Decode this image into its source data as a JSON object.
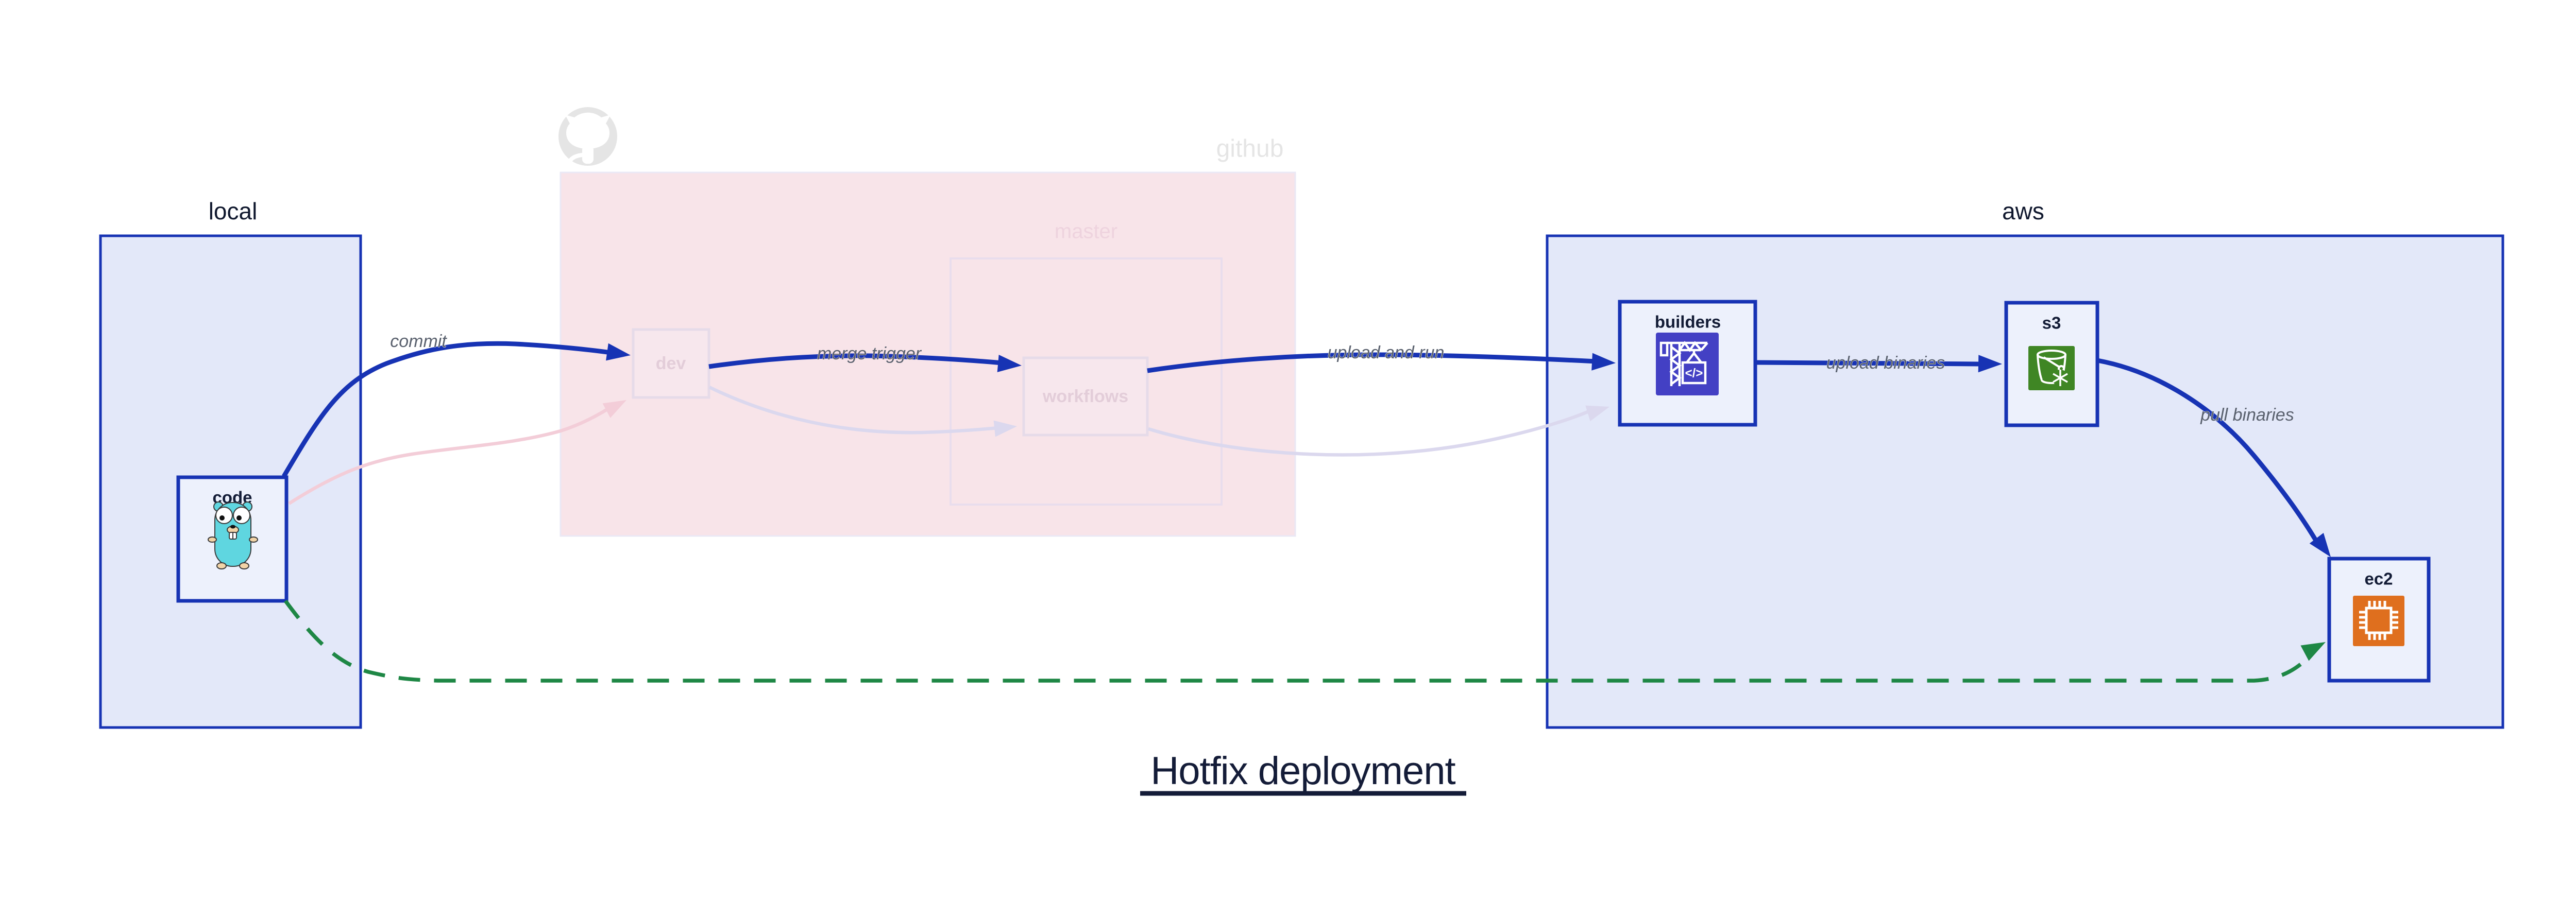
{
  "title": {
    "text": "Hotfix deployment"
  },
  "containers": {
    "local": {
      "label": "local"
    },
    "github": {
      "label": "github",
      "master_label": "master"
    },
    "aws": {
      "label": "aws"
    }
  },
  "nodes": {
    "code": {
      "label": "code",
      "icon": "go-gopher-icon"
    },
    "dev": {
      "label": "dev"
    },
    "workflows": {
      "label": "workflows"
    },
    "builders": {
      "label": "builders",
      "icon": "aws-codebuild-icon",
      "icon_glyph": "</>"
    },
    "s3": {
      "label": "s3",
      "icon": "aws-s3-icon"
    },
    "ec2": {
      "label": "ec2",
      "icon": "aws-ec2-icon"
    }
  },
  "edges": {
    "commit": {
      "label": "commit"
    },
    "merge_trigger": {
      "label": "merge trigger"
    },
    "upload_and_run": {
      "label": "upload and run"
    },
    "upload_binaries": {
      "label": "upload binaries"
    },
    "pull_binaries": {
      "label": "pull binaries"
    }
  },
  "colors": {
    "accent_blue": "#1733b4",
    "container_fill": "#e3e8f9",
    "node_fill": "#edf1fc",
    "github_fill": "#f8e4e9",
    "github_gray": "#e5e5e5",
    "master_border": "#e9dded",
    "master_label": "#eed3de",
    "faded_node_fill": "#f7e7ed",
    "faded_node_border": "#e6dbe9",
    "faded_node_label": "#e3cdd9",
    "pink_edge": "#f3cdd8",
    "lavender_edge": "#dbd8ee",
    "green": "#1e8745",
    "edge_label_gray": "#5a616e",
    "title_navy": "#141c38",
    "white": "#ffffff",
    "codebuild_indigo": "#4340c4",
    "s3_green": "#3f8624",
    "ec2_orange": "#df6f1e",
    "gopher_teal": "#5fd6e0",
    "gopher_tan": "#f2d4a7"
  }
}
